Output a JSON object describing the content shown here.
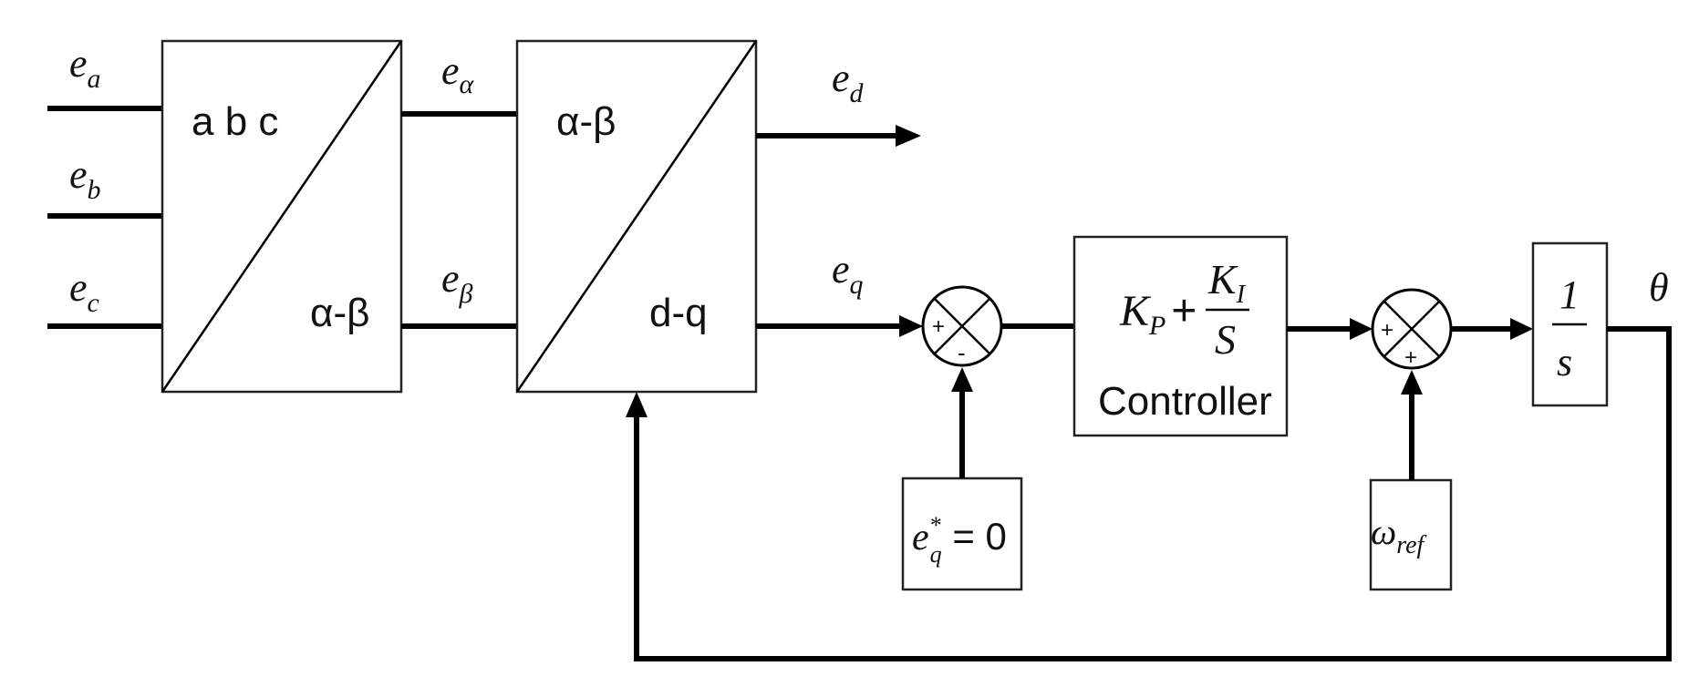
{
  "inputs": {
    "ea": {
      "base": "e",
      "sub": "a"
    },
    "eb": {
      "base": "e",
      "sub": "b"
    },
    "ec": {
      "base": "e",
      "sub": "c"
    }
  },
  "block_abc_ab": {
    "top_label": "a b c",
    "bottom_label": "α-β"
  },
  "signals": {
    "e_alpha": {
      "base": "e",
      "sub": "α"
    },
    "e_beta": {
      "base": "e",
      "sub": "β"
    },
    "e_d": {
      "base": "e",
      "sub": "d"
    },
    "e_q": {
      "base": "e",
      "sub": "q"
    },
    "theta": "θ"
  },
  "block_ab_dq": {
    "top_label": "α-β",
    "bottom_label": "d-q"
  },
  "sum1": {
    "top_sign": "+",
    "bottom_sign": "-"
  },
  "reference_q": {
    "base": "e",
    "sup": "*",
    "sub": "q",
    "rest": " = 0"
  },
  "controller": {
    "kp": "K",
    "kp_sub": "P",
    "plus": "+",
    "ki": "K",
    "ki_sub": "I",
    "s": "S",
    "label": "Controller"
  },
  "sum2": {
    "left_sign": "+",
    "bottom_sign": "+"
  },
  "omega_ref": {
    "base": "ω",
    "sub": "ref"
  },
  "integrator": {
    "numerator": "1",
    "denominator": "s"
  }
}
